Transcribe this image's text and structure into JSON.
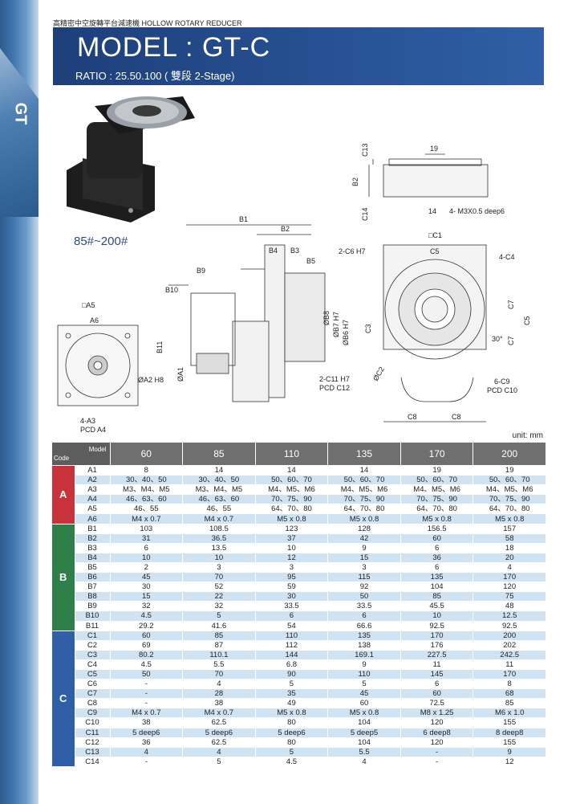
{
  "sidebar": {
    "label": "GT"
  },
  "header": {
    "caption": "高精密中空旋轉平台減速機  HOLLOW ROTARY REDUCER",
    "title": "MODEL : GT-C",
    "subtitle": "RATIO : 25.50.100 ( 雙段 2-Stage)"
  },
  "drawing": {
    "size_range": "85#~200#",
    "labels": {
      "c13": "C13",
      "c14": "C14",
      "b2": "B2",
      "d19": "19",
      "d14": "14",
      "m3": "4-  M3X0.5 deep6",
      "b1": "B1",
      "b4": "B4",
      "b3": "B3",
      "b5": "B5",
      "b9": "B9",
      "b10": "B10",
      "b11": "B11",
      "b8": "ØB8",
      "b7": "ØB7 H7",
      "b6": "ØB6 H7",
      "a5": "□A5",
      "a6": "A6",
      "a1": "ØA1",
      "a2": "ØA2 H8",
      "a3": "4-A3",
      "a4": "PCD A4",
      "c1": "□C1",
      "c5": "C5",
      "c4": "4-C4",
      "c6": "2-C6 H7",
      "c3": "C3",
      "c7": "C7",
      "c7b": "C7",
      "c5v": "C5",
      "c2": "ØC2",
      "c11": "2-C11 H7",
      "c12": "PCD C12",
      "c9": "6-C9",
      "c10": "PCD C10",
      "c8": "C8",
      "c8b": "C8",
      "deg": "30°"
    }
  },
  "table": {
    "unit": "unit: mm",
    "corner_model": "Model",
    "corner_code": "Code",
    "models": [
      "60",
      "85",
      "110",
      "135",
      "170",
      "200"
    ],
    "groups": [
      {
        "name": "A",
        "rows": [
          {
            "code": "A1",
            "values": [
              "8",
              "14",
              "14",
              "14",
              "19",
              "19"
            ]
          },
          {
            "code": "A2",
            "values": [
              "30、40、50",
              "30、40、50",
              "50、60、70",
              "50、60、70",
              "50、60、70",
              "50、60、70"
            ]
          },
          {
            "code": "A3",
            "values": [
              "M3、M4、M5",
              "M3、M4、M5",
              "M4、M5、M6",
              "M4、M5、M6",
              "M4、M5、M6",
              "M4、M5、M6"
            ]
          },
          {
            "code": "A4",
            "values": [
              "46、63、60",
              "46、63、60",
              "70、75、90",
              "70、75、90",
              "70、75、90",
              "70、75、90"
            ]
          },
          {
            "code": "A5",
            "values": [
              "46、55",
              "46、55",
              "64、70、80",
              "64、70、80",
              "64、70、80",
              "64、70、80"
            ]
          },
          {
            "code": "A6",
            "values": [
              "M4 x 0.7",
              "M4 x 0.7",
              "M5 x 0.8",
              "M5 x 0.8",
              "M5 x 0.8",
              "M5 x 0.8"
            ]
          }
        ]
      },
      {
        "name": "B",
        "rows": [
          {
            "code": "B1",
            "values": [
              "103",
              "108.5",
              "123",
              "128",
              "156.5",
              "157"
            ]
          },
          {
            "code": "B2",
            "values": [
              "31",
              "36.5",
              "37",
              "42",
              "60",
              "58"
            ]
          },
          {
            "code": "B3",
            "values": [
              "6",
              "13.5",
              "10",
              "9",
              "6",
              "18"
            ]
          },
          {
            "code": "B4",
            "values": [
              "10",
              "10",
              "12",
              "15",
              "36",
              "20"
            ]
          },
          {
            "code": "B5",
            "values": [
              "2",
              "3",
              "3",
              "3",
              "6",
              "4"
            ]
          },
          {
            "code": "B6",
            "values": [
              "45",
              "70",
              "95",
              "115",
              "135",
              "170"
            ]
          },
          {
            "code": "B7",
            "values": [
              "30",
              "52",
              "59",
              "92",
              "104",
              "120"
            ]
          },
          {
            "code": "B8",
            "values": [
              "15",
              "22",
              "30",
              "50",
              "85",
              "75"
            ]
          },
          {
            "code": "B9",
            "values": [
              "32",
              "32",
              "33.5",
              "33.5",
              "45.5",
              "48"
            ]
          },
          {
            "code": "B10",
            "values": [
              "4.5",
              "5",
              "6",
              "6",
              "10",
              "12.5"
            ]
          },
          {
            "code": "B11",
            "values": [
              "29.2",
              "41.6",
              "54",
              "66.6",
              "92.5",
              "92.5"
            ]
          }
        ]
      },
      {
        "name": "C",
        "rows": [
          {
            "code": "C1",
            "values": [
              "60",
              "85",
              "110",
              "135",
              "170",
              "200"
            ]
          },
          {
            "code": "C2",
            "values": [
              "69",
              "87",
              "112",
              "138",
              "176",
              "202"
            ]
          },
          {
            "code": "C3",
            "values": [
              "80.2",
              "110.1",
              "144",
              "169.1",
              "227.5",
              "242.5"
            ]
          },
          {
            "code": "C4",
            "values": [
              "4.5",
              "5.5",
              "6.8",
              "9",
              "11",
              "11"
            ]
          },
          {
            "code": "C5",
            "values": [
              "50",
              "70",
              "90",
              "110",
              "145",
              "170"
            ]
          },
          {
            "code": "C6",
            "values": [
              "-",
              "4",
              "5",
              "5",
              "6",
              "8"
            ]
          },
          {
            "code": "C7",
            "values": [
              "-",
              "28",
              "35",
              "45",
              "60",
              "68"
            ]
          },
          {
            "code": "C8",
            "values": [
              "-",
              "38",
              "49",
              "60",
              "72.5",
              "85"
            ]
          },
          {
            "code": "C9",
            "values": [
              "M4 x 0.7",
              "M4 x 0.7",
              "M5 x 0.8",
              "M5 x 0.8",
              "M8 x 1.25",
              "M6 x 1.0"
            ]
          },
          {
            "code": "C10",
            "values": [
              "38",
              "62.5",
              "80",
              "104",
              "120",
              "155"
            ]
          },
          {
            "code": "C11",
            "values": [
              "5 deep6",
              "5 deep6",
              "5 deep6",
              "5 deep5",
              "6 deep8",
              "8 deep8"
            ]
          },
          {
            "code": "C12",
            "values": [
              "36",
              "62.5",
              "80",
              "104",
              "120",
              "155"
            ]
          },
          {
            "code": "C13",
            "values": [
              "4",
              "4",
              "5",
              "5.5",
              "-",
              "9"
            ]
          },
          {
            "code": "C14",
            "values": [
              "-",
              "5",
              "4.5",
              "4",
              "-",
              "12"
            ]
          }
        ]
      }
    ]
  }
}
